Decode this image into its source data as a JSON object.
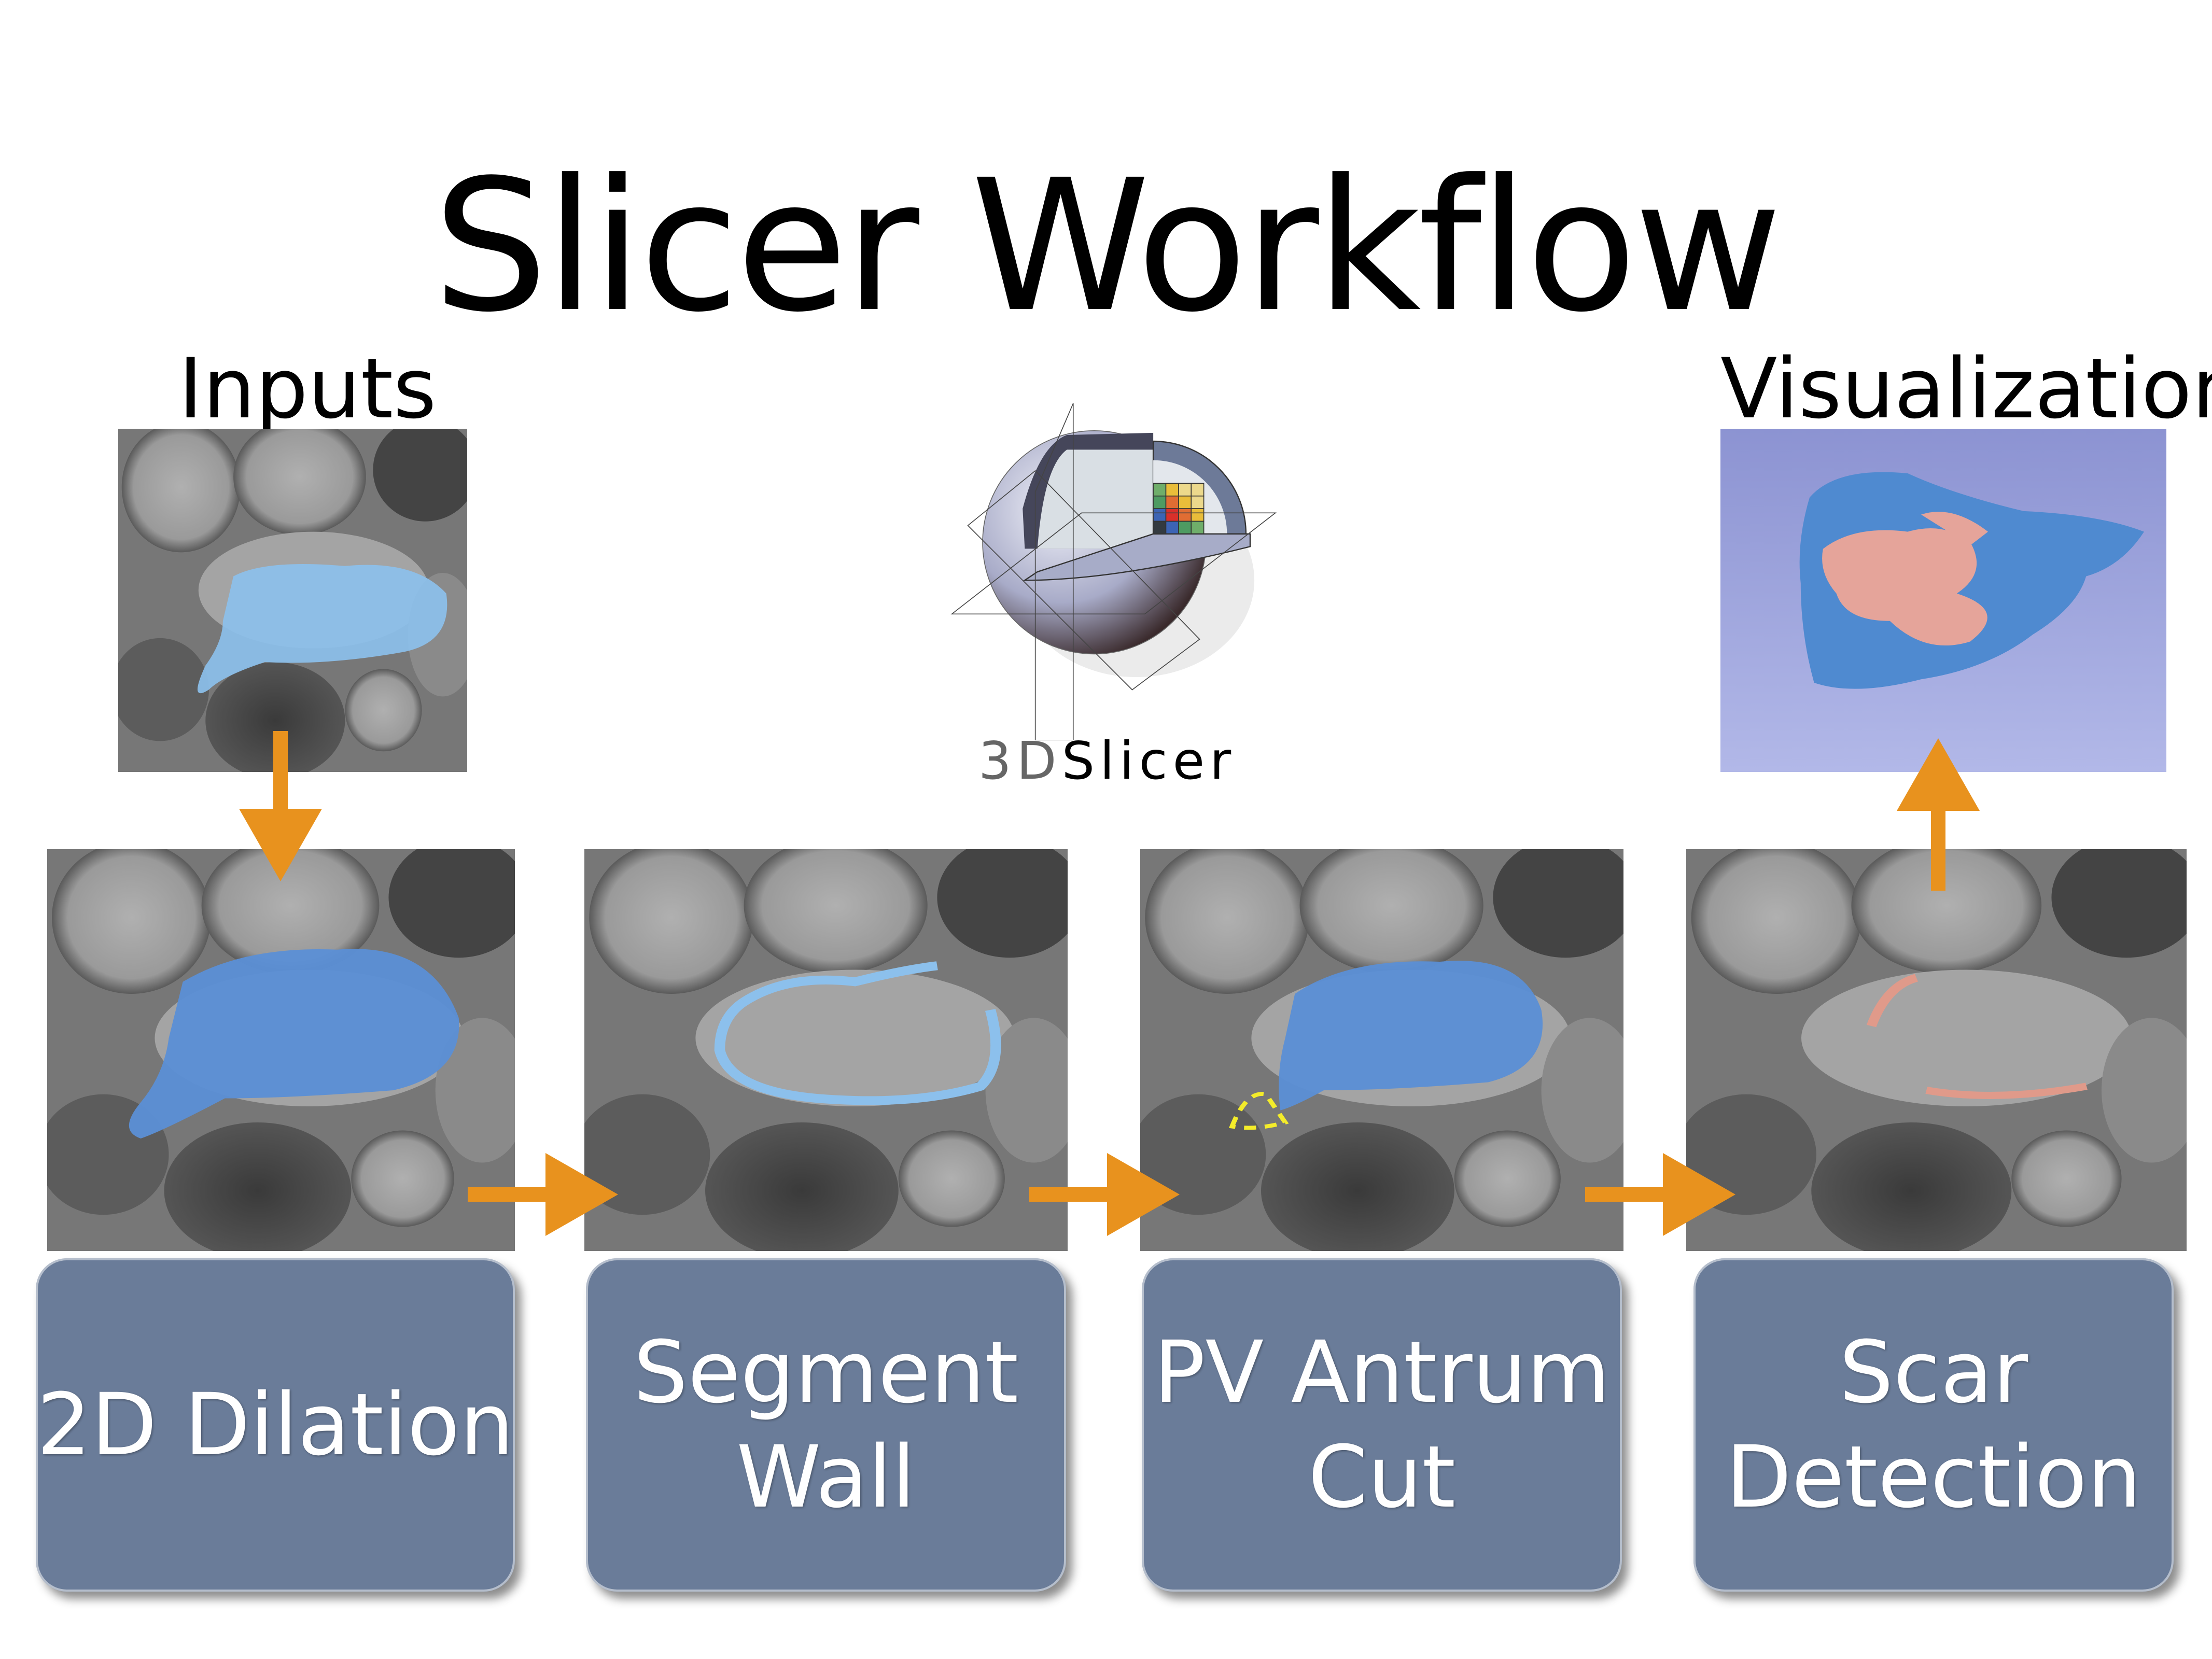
{
  "title": "Slicer Workflow",
  "inputs_label": "Inputs",
  "visualization_label": "Visualization",
  "logo": {
    "text_prefix": "3D",
    "text_suffix": "Slicer"
  },
  "steps": [
    {
      "line1": "2D Dilation",
      "line2": ""
    },
    {
      "line1": "Segment",
      "line2": "Wall"
    },
    {
      "line1": "PV Antrum",
      "line2": "Cut"
    },
    {
      "line1": "Scar",
      "line2": "Detection"
    }
  ],
  "colors": {
    "arrow": "#e8921e",
    "box": "#6a7c99",
    "overlay_blue": "#5b8fd6",
    "scar": "#e09a8a"
  }
}
